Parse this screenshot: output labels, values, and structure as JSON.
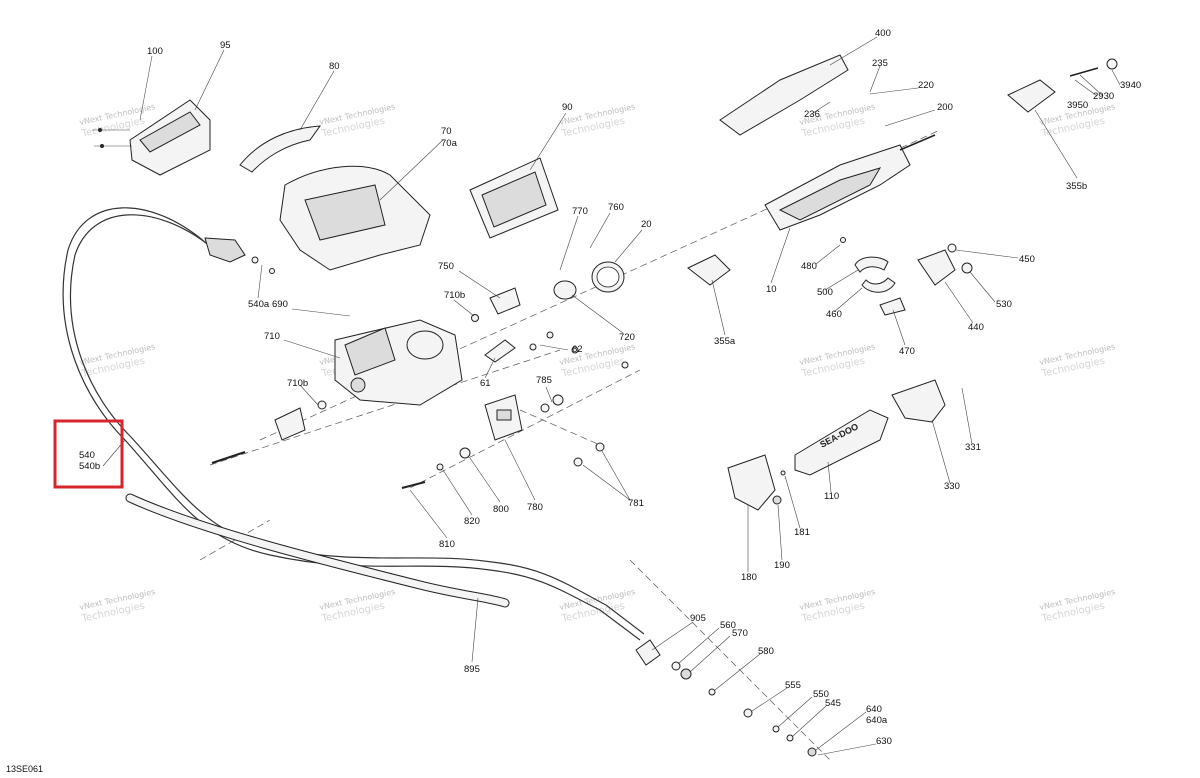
{
  "diagram_code": "13SE061",
  "brand_text": "SEA-DOO",
  "highlight_labels": [
    "540",
    "540b"
  ],
  "watermark": {
    "line1": "vNext Technologies",
    "line2": "Technologies"
  },
  "callouts": {
    "c100": "100",
    "c95": "95",
    "c80": "80",
    "c70": "70",
    "c70a": "70a",
    "c90": "90",
    "c540a": "540a",
    "c770": "770",
    "c760": "760",
    "c20": "20",
    "c750": "750",
    "c710b_top": "710b",
    "c720": "720",
    "c690": "690",
    "c710": "710",
    "c62": "62",
    "c61": "61",
    "c710b_low": "710b",
    "c785": "785",
    "c781": "781",
    "c780": "780",
    "c800": "800",
    "c820": "820",
    "c810": "810",
    "c895": "895",
    "c905": "905",
    "c560": "560",
    "c570": "570",
    "c580": "580",
    "c555": "555",
    "c550": "550",
    "c545": "545",
    "c640": "640",
    "c640a": "640a",
    "c630": "630",
    "c400": "400",
    "c235": "235",
    "c220": "220",
    "c236": "236",
    "c200": "200",
    "c3950": "3950",
    "c2930": "2930",
    "c3940": "3940",
    "c355b": "355b",
    "c10": "10",
    "c355a": "355a",
    "c480": "480",
    "c500": "500",
    "c460": "460",
    "c470": "470",
    "c450": "450",
    "c530": "530",
    "c440": "440",
    "c331": "331",
    "c330": "330",
    "c110": "110",
    "c181": "181",
    "c190": "190",
    "c180": "180"
  }
}
